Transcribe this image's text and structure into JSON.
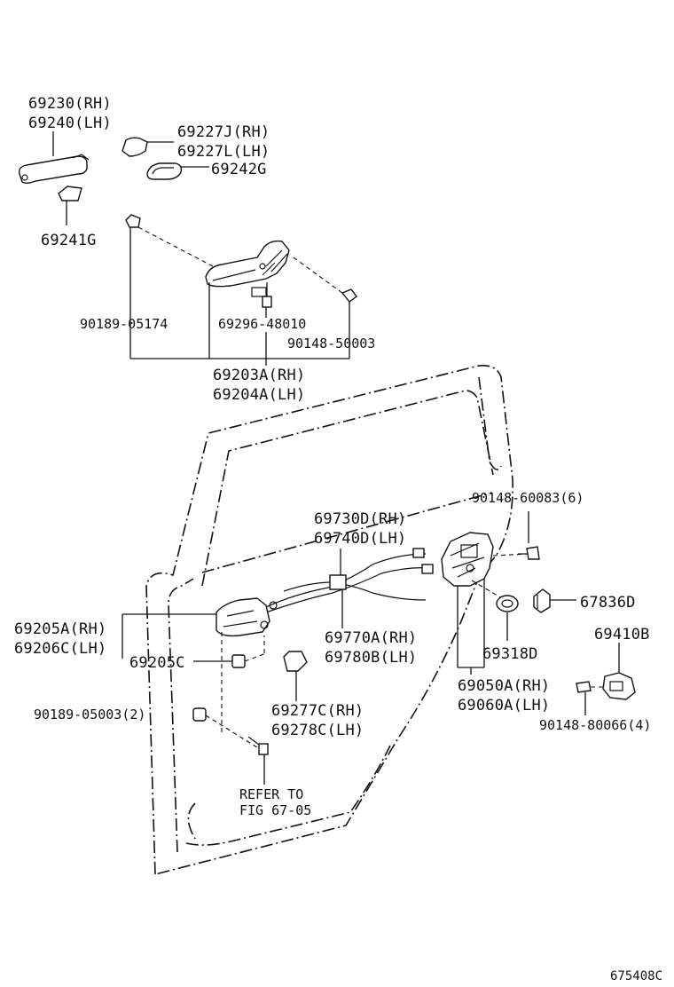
{
  "labels": {
    "outer_handle": [
      "69230(RH)",
      "69240(LH)"
    ],
    "handle_cover": [
      "69227J(RH)",
      "69227L(LH)"
    ],
    "pad_g": "69242G",
    "pad_241": "69241G",
    "screw_05174": "90189-05174",
    "part_48010": "69296-48010",
    "screw_50003": "90148-50003",
    "frame_assy": [
      "69203A(RH)",
      "69204A(LH)"
    ],
    "screw_60083": "90148-60083(6)",
    "cable_upper": [
      "69730D(RH)",
      "69740D(LH)"
    ],
    "part_67836": "67836D",
    "inner_handle": [
      "69205A(RH)",
      "69206C(LH)"
    ],
    "part_69205c": "69205C",
    "cable_lower": [
      "69770A(RH)",
      "69780B(LH)"
    ],
    "part_69318": "69318D",
    "striker": "69410B",
    "lock_assy": [
      "69050A(RH)",
      "69060A(LH)"
    ],
    "screw_05003": "90189-05003(2)",
    "clip": [
      "69277C(RH)",
      "69278C(LH)"
    ],
    "screw_80066": "90148-80066(4)",
    "refer": [
      "REFER TO",
      "FIG 67-05"
    ],
    "figure_code": "675408C"
  }
}
